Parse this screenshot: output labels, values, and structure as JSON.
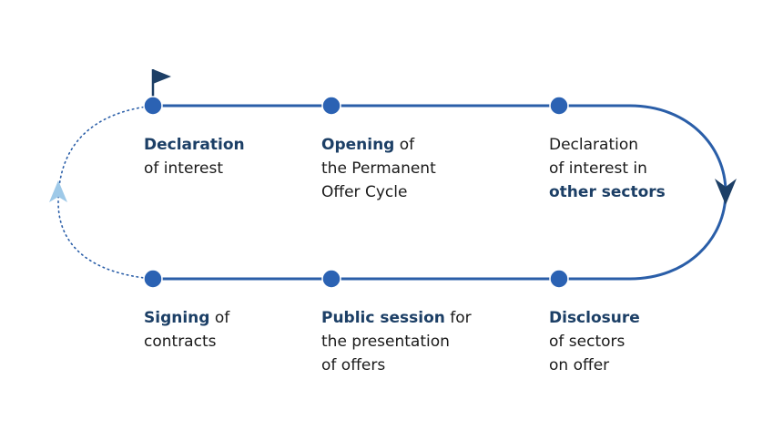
{
  "steps": [
    {
      "id": "declaration",
      "lines": [
        [
          {
            "t": "Declaration",
            "b": true
          }
        ],
        [
          {
            "t": "of interest",
            "b": false
          }
        ]
      ]
    },
    {
      "id": "opening",
      "lines": [
        [
          {
            "t": "Opening",
            "b": true
          },
          {
            "t": " of",
            "b": false
          }
        ],
        [
          {
            "t": "the Permanent",
            "b": false
          }
        ],
        [
          {
            "t": "Offer Cycle",
            "b": false
          }
        ]
      ]
    },
    {
      "id": "other-sectors",
      "lines": [
        [
          {
            "t": "Declaration",
            "b": false
          }
        ],
        [
          {
            "t": "of interest in",
            "b": false
          }
        ],
        [
          {
            "t": "other sectors",
            "b": true
          }
        ]
      ]
    },
    {
      "id": "disclosure",
      "lines": [
        [
          {
            "t": "Disclosure",
            "b": true
          }
        ],
        [
          {
            "t": "of sectors",
            "b": false
          }
        ],
        [
          {
            "t": "on offer",
            "b": false
          }
        ]
      ]
    },
    {
      "id": "public-session",
      "lines": [
        [
          {
            "t": "Public session",
            "b": true
          },
          {
            "t": " for",
            "b": false
          }
        ],
        [
          {
            "t": "the presentation",
            "b": false
          }
        ],
        [
          {
            "t": "of offers",
            "b": false
          }
        ]
      ]
    },
    {
      "id": "signing",
      "lines": [
        [
          {
            "t": "Signing",
            "b": true
          },
          {
            "t": " of",
            "b": false
          }
        ],
        [
          {
            "t": "contracts",
            "b": false
          }
        ]
      ]
    }
  ],
  "colors": {
    "track": "#2a5ea8",
    "node": "#2b62b3",
    "node_stroke": "#ffffff",
    "arrow": "#1d3f66",
    "flag": "#1d3f66",
    "dotted": "#2a5ea8",
    "return_arrow": "#9ec9e8",
    "bold_text": "#1c3f66",
    "text": "#1a1a1a"
  },
  "icons": {
    "start": "flag-icon",
    "direction": "arrowhead-down-icon",
    "return": "arrowhead-up-icon"
  }
}
